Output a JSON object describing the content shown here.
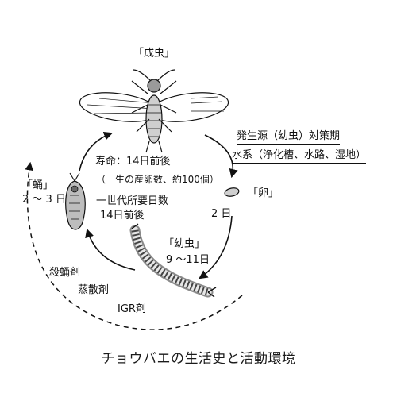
{
  "stages": {
    "adult": {
      "label": "「成虫」"
    },
    "egg": {
      "label": "「卵」",
      "duration": "2 日"
    },
    "larva": {
      "label": "「幼虫」",
      "duration": "9 〜11日"
    },
    "pupa": {
      "label": "「蛹」",
      "duration": "2 〜 3 日"
    }
  },
  "center": {
    "lifespan": "寿命：14日前後",
    "eggs": "（一生の産卵数、約100個）",
    "generation_title": "一世代所要日数",
    "generation_days": "14日前後"
  },
  "countermeasure": {
    "title": "発生源（幼虫）対策期",
    "detail": "水系（浄化槽、水路、湿地）"
  },
  "agents": [
    "殺蛹剤",
    "蒸散剤",
    "IGR剤"
  ],
  "caption": "チョウバエの生活史と活動環境"
}
